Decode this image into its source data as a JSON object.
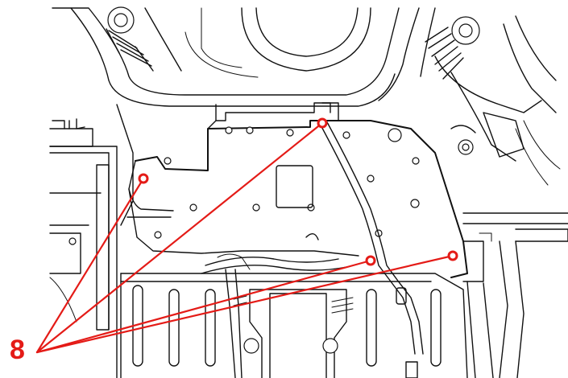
{
  "callout": {
    "number": "8",
    "color": "#e41b17",
    "point_count": 4
  },
  "drawing": {
    "style": "black line-art technical illustration",
    "ink_color": "#111111",
    "background": "#ffffff"
  }
}
